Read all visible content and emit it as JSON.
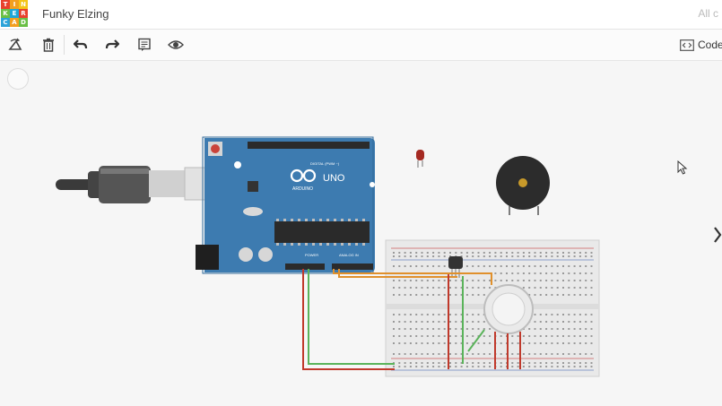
{
  "app": {
    "logo_letters": [
      "T",
      "I",
      "N",
      "K",
      "E",
      "R",
      "C",
      "A",
      "D"
    ],
    "logo_colors": [
      "#e8412c",
      "#f29f1f",
      "#f4c518",
      "#6abf45",
      "#1ea7d8",
      "#e8412c",
      "#2ca3d9",
      "#f29f1f",
      "#6abf45"
    ],
    "project_title": "Funky Elzing",
    "top_right_text": "All c"
  },
  "toolbar": {
    "code_label": "Code",
    "icons": [
      "rotate-icon",
      "delete-icon",
      "undo-icon",
      "redo-icon",
      "notes-icon",
      "view-icon"
    ]
  },
  "board": {
    "logo_text": "ARDUINO",
    "model": "UNO",
    "digital_label": "DIGITAL (PWM ~)",
    "power_label": "POWER",
    "analog_label": "ANALOG IN"
  },
  "colors": {
    "board_blue": "#3d7bb0",
    "wire_red": "#c0392b",
    "wire_green": "#5ab35a",
    "wire_orange": "#e0902c",
    "breadboard": "#e9e9e9"
  }
}
